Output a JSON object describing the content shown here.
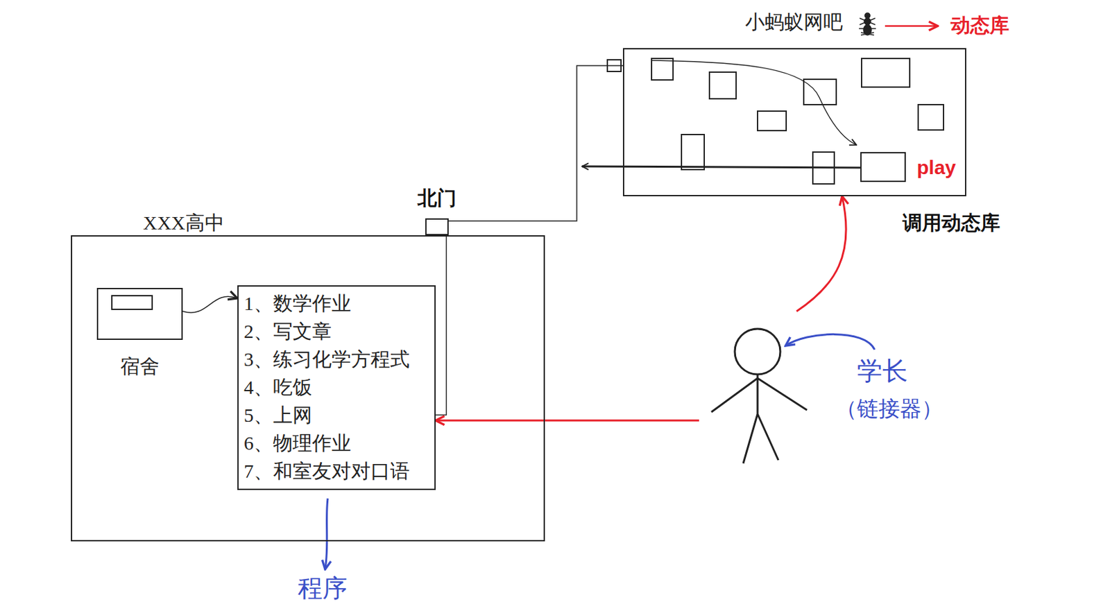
{
  "diagram": {
    "nodes": [
      {
        "text": [
          "XXX高中"
        ]
      },
      {
        "text": [
          "宿舍"
        ],
        "in": 0
      },
      {
        "text": [
          "1、数学作业",
          "2、写文章",
          "3、练习化学方程式",
          "4、吃饭",
          "5、上网",
          "6、物理作业",
          "7、和室友对对口语"
        ],
        "in": 0
      },
      {
        "text": [
          "北门"
        ],
        "in": 0
      },
      {
        "text": [
          "小蚂蚁网吧"
        ]
      },
      {
        "text": [
          "play"
        ],
        "in": 4
      },
      {
        "text": [
          "学长",
          "（链接器）"
        ]
      }
    ],
    "edges": [
      {
        "from": 1,
        "to": 2,
        "arrow": "to"
      },
      {
        "from": 2,
        "to": 3,
        "arrow": "none"
      },
      {
        "from": 3,
        "to": 4,
        "arrow": "none"
      },
      {
        "from": 6,
        "to": 2,
        "arrow": "to"
      },
      {
        "from": 6,
        "to": 4,
        "arrow": "to"
      }
    ],
    "labels": [
      "程序",
      "动态库",
      "调用动态库"
    ]
  }
}
